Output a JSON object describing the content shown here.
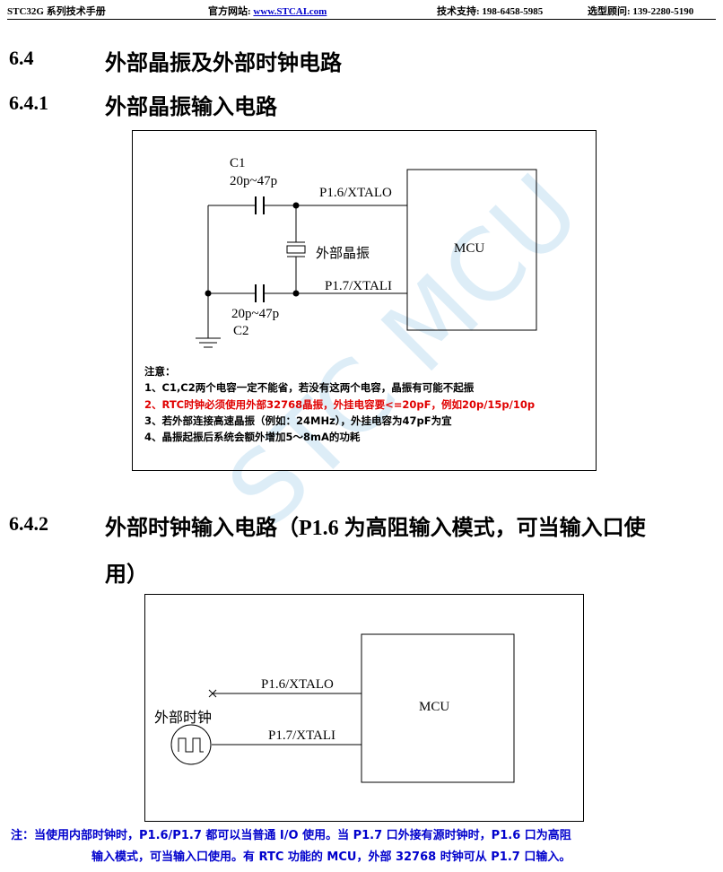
{
  "header": {
    "manual": "STC32G 系列技术手册",
    "site_label": "官方网站: ",
    "site_link": "www.STCAI.com",
    "support": "技术支持: 198-6458-5985",
    "sales": "选型顾问: 139-2280-5190"
  },
  "sections": {
    "s64": {
      "num": "6.4",
      "title": "外部晶振及外部时钟电路"
    },
    "s641": {
      "num": "6.4.1",
      "title": "外部晶振输入电路"
    },
    "s642": {
      "num": "6.4.2",
      "title_line1": "外部时钟输入电路（P1.6 为高阻输入模式，可当输入口使",
      "title_line2": "用）"
    }
  },
  "diagram1": {
    "c1_name": "C1",
    "c1_value": "20p~47p",
    "pin_out": "P1.6/XTALO",
    "crystal": "外部晶振",
    "mcu": "MCU",
    "pin_in": "P1.7/XTALI",
    "c2_value": "20p~47p",
    "c2_name": "C2",
    "notes_title": "注意：",
    "notes": [
      "1、C1,C2两个电容一定不能省，若没有这两个电容，晶振有可能不起振",
      "2、RTC时钟必须使用外部32768晶振，外挂电容要<=20pF，例如20p/15p/10p",
      "3、若外部连接高速晶振（例如：24MHz），外挂电容为47pF为宜",
      "4、晶振起振后系统会额外增加5～8mA的功耗"
    ],
    "highlight_color": "#e00000"
  },
  "diagram2": {
    "pin_out": "P1.6/XTALO",
    "clock": "外部时钟",
    "mcu": "MCU",
    "pin_in": "P1.7/XTALI"
  },
  "footer": {
    "line1": "注：当使用内部时钟时，P1.6/P1.7 都可以当普通 I/O 使用。当 P1.7 口外接有源时钟时，P1.6 口为高阻",
    "line2": "输入模式，可当输入口使用。有 RTC 功能的 MCU，外部 32768 时钟可从 P1.7 口输入。"
  },
  "watermark": "STC MCU",
  "colors": {
    "link": "#0000cc",
    "note_red": "#e00000",
    "footer": "#0000cc"
  }
}
